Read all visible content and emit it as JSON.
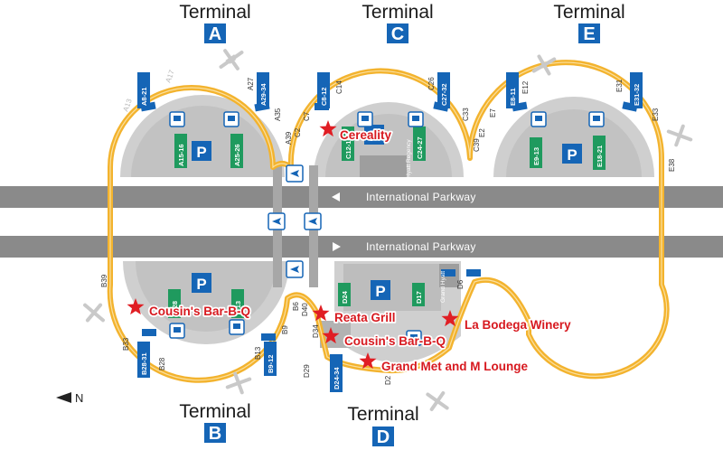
{
  "terminal_word": "Terminal",
  "terminals": {
    "A": {
      "letter": "A"
    },
    "B": {
      "letter": "B"
    },
    "C": {
      "letter": "C"
    },
    "D": {
      "letter": "D"
    },
    "E": {
      "letter": "E"
    }
  },
  "roads": {
    "upper": "International Parkway",
    "lower": "International Parkway"
  },
  "gate_signs": {
    "a_8_21": "A8-21",
    "a_29_34": "A29-34",
    "c_8_12": "C8-12",
    "c_27_32": "C27-32",
    "e_8_11": "E8-11",
    "e_31_32": "E31-32",
    "b_28_31": "B28-31",
    "b_9_12": "B9-12",
    "d_24_34": "D24-34",
    "a_15_16": "A15-16",
    "a_25_26": "A25-26",
    "c_12_16": "C12-16",
    "c_24_27": "C24-27",
    "e_9_13": "E9-13",
    "e_18_21": "E18-21",
    "b_7_28": "7-28",
    "b_2_13": "2-13",
    "d_24": "D24",
    "d_17": "D17"
  },
  "gate_labels": {
    "a13": "A13",
    "a17": "A17",
    "a27": "A27",
    "a35": "A35",
    "a39": "A39",
    "c2": "C2",
    "c7": "C7",
    "c14": "C14",
    "c26": "C26",
    "c33": "C33",
    "c39": "C39",
    "e2": "E2",
    "e7": "E7",
    "e12": "E12",
    "e31": "E31",
    "e33": "E33",
    "e38": "E38",
    "b39": "B39",
    "b33": "B33",
    "b28": "B28",
    "b13": "B13",
    "b9": "B9",
    "b6": "B6",
    "d40": "D40",
    "d34": "D34",
    "d29": "D29",
    "d2": "D2",
    "d6": "D6"
  },
  "parking_label": "P",
  "hyatt": {
    "top": "Hyatt Regency",
    "bottom": "Grand Hyatt"
  },
  "points_of_interest": [
    {
      "label": "Cereality"
    },
    {
      "label": "Cousin's Bar-B-Q"
    },
    {
      "label": "Reata Grill"
    },
    {
      "label": "Cousin's Bar-B-Q"
    },
    {
      "label": "La Bodega Winery"
    },
    {
      "label": "Grand Met and M Lounge"
    }
  ],
  "north_label": "N",
  "colors": {
    "terminal_blue": "#1565b6",
    "parking_green": "#1f9a5e",
    "route_yellow": "#f3b32e",
    "road_gray": "#8a8a8a",
    "terminal_gray": "#cfcfcf",
    "star_red": "#e01e24",
    "poi_red": "#d7191f"
  }
}
